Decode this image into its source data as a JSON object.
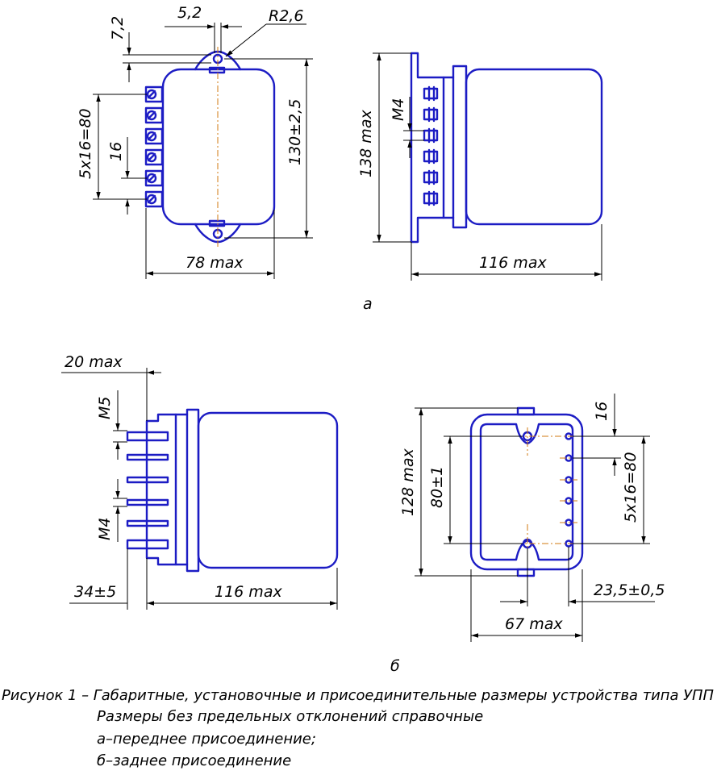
{
  "view_a": {
    "dims": {
      "d72": "7,2",
      "d52": "5,2",
      "r26": "R2,6",
      "pitch": "5x16=80",
      "p16": "16",
      "h130": "130±2,5",
      "w78": "78 max",
      "h138": "138 max",
      "m4": "M4",
      "d116": "116 max"
    },
    "label": "а"
  },
  "view_b": {
    "dims": {
      "d20": "20 max",
      "m5": "M5",
      "m4": "M4",
      "d34": "34±5",
      "d116": "116 max",
      "h128": "128 max",
      "h80": "80±1",
      "p16": "16",
      "pitch": "5x16=80",
      "d235": "23,5±0,5",
      "w67": "67 max"
    },
    "label": "б"
  },
  "caption": {
    "line1": "Рисунок 1 – Габаритные, установочные и присоединительные размеры устройства типа УПП",
    "line2": "Размеры без предельных отклонений справочные",
    "line3": "а–переднее присоединение;",
    "line4": "б–заднее присоединение"
  }
}
